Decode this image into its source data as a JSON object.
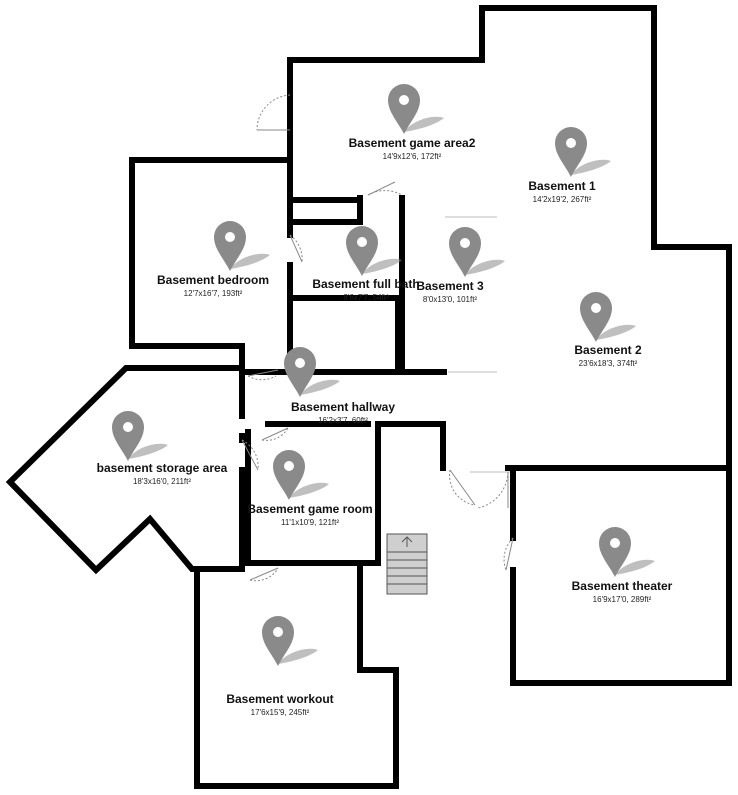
{
  "rooms": [
    {
      "name": "Basement game area2",
      "dims": "14'9x12'6, 172ft²"
    },
    {
      "name": "Basement 1",
      "dims": "14'2x19'2, 267ft²"
    },
    {
      "name": "Basement bedroom",
      "dims": "12'7x16'7, 193ft²"
    },
    {
      "name": "Basement full bath",
      "dims": "8'6x7'7, 54ft²"
    },
    {
      "name": "Basement 3",
      "dims": "8'0x13'0, 101ft²"
    },
    {
      "name": "Basement 2",
      "dims": "23'6x18'3, 374ft²"
    },
    {
      "name": "Basement hallway",
      "dims": "16'2x3'7, 60ft²"
    },
    {
      "name": "basement storage area",
      "dims": "18'3x16'0, 211ft²"
    },
    {
      "name": "Basement game room",
      "dims": "11'1x10'9, 121ft²"
    },
    {
      "name": "Basement theater",
      "dims": "16'9x17'0, 289ft²"
    },
    {
      "name": "Basement workout",
      "dims": "17'6x15'9, 245ft²"
    }
  ],
  "icons": {
    "pin": "location-pin-icon",
    "stairs": "stairs-up-arrow-icon"
  },
  "colors": {
    "wall": "#000000",
    "pin": "#8a8a8a",
    "stairs": "#cfcfcf"
  }
}
